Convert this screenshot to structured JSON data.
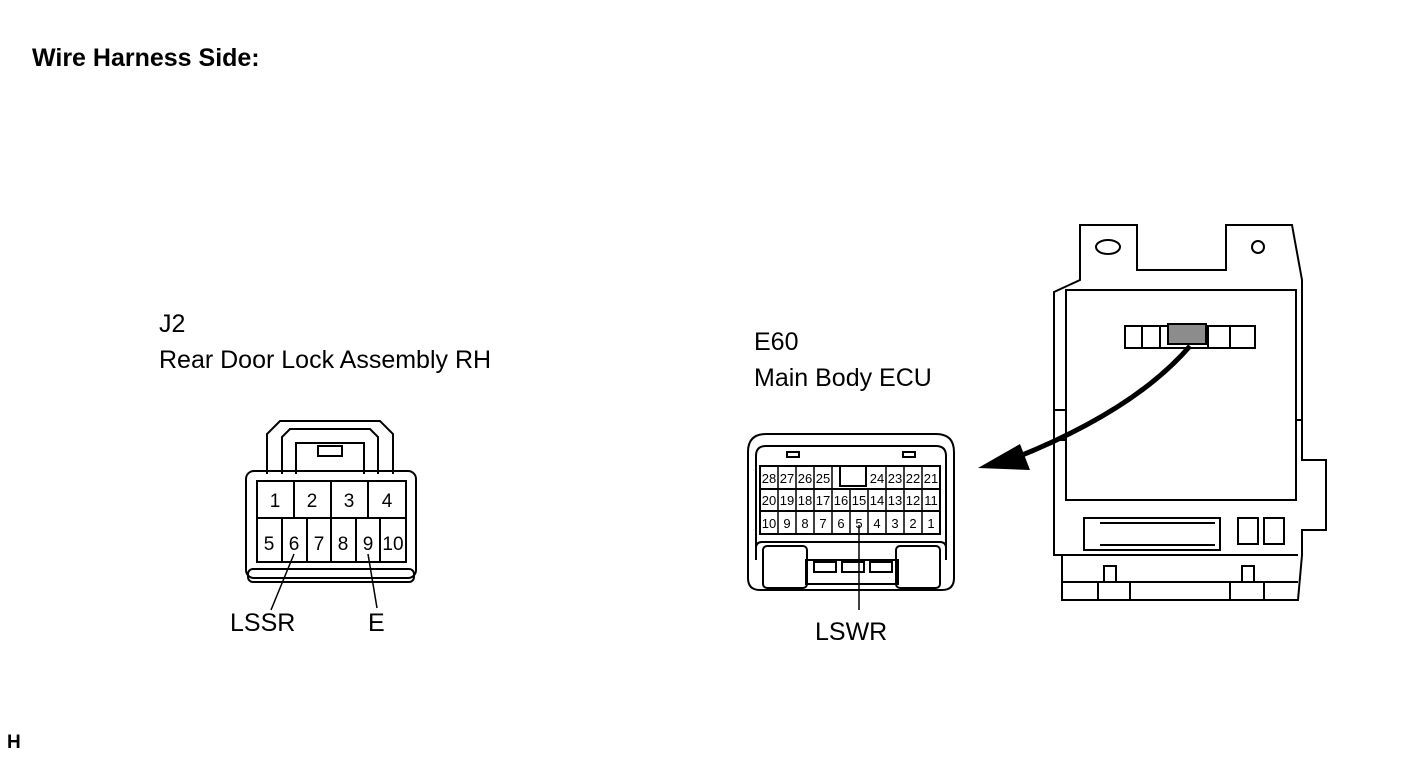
{
  "heading": "Wire Harness Side:",
  "corner_code": "H",
  "connector_j2": {
    "code": "J2",
    "name": "Rear Door Lock Assembly RH",
    "pins_top": [
      "1",
      "2",
      "3",
      "4"
    ],
    "pins_bottom": [
      "5",
      "6",
      "7",
      "8",
      "9",
      "10"
    ],
    "signals": [
      {
        "pin": "6",
        "label": "LSSR"
      },
      {
        "pin": "9",
        "label": "E"
      }
    ]
  },
  "connector_e60": {
    "code": "E60",
    "name": "Main Body ECU",
    "row1_left": [
      "28",
      "27",
      "26",
      "25"
    ],
    "row1_right": [
      "24",
      "23",
      "22",
      "21"
    ],
    "row2": [
      "20",
      "19",
      "18",
      "17",
      "16",
      "15",
      "14",
      "13",
      "12",
      "11"
    ],
    "row3": [
      "10",
      "9",
      "8",
      "7",
      "6",
      "5",
      "4",
      "3",
      "2",
      "1"
    ],
    "signals": [
      {
        "pin": "5",
        "label": "LSWR"
      }
    ]
  }
}
